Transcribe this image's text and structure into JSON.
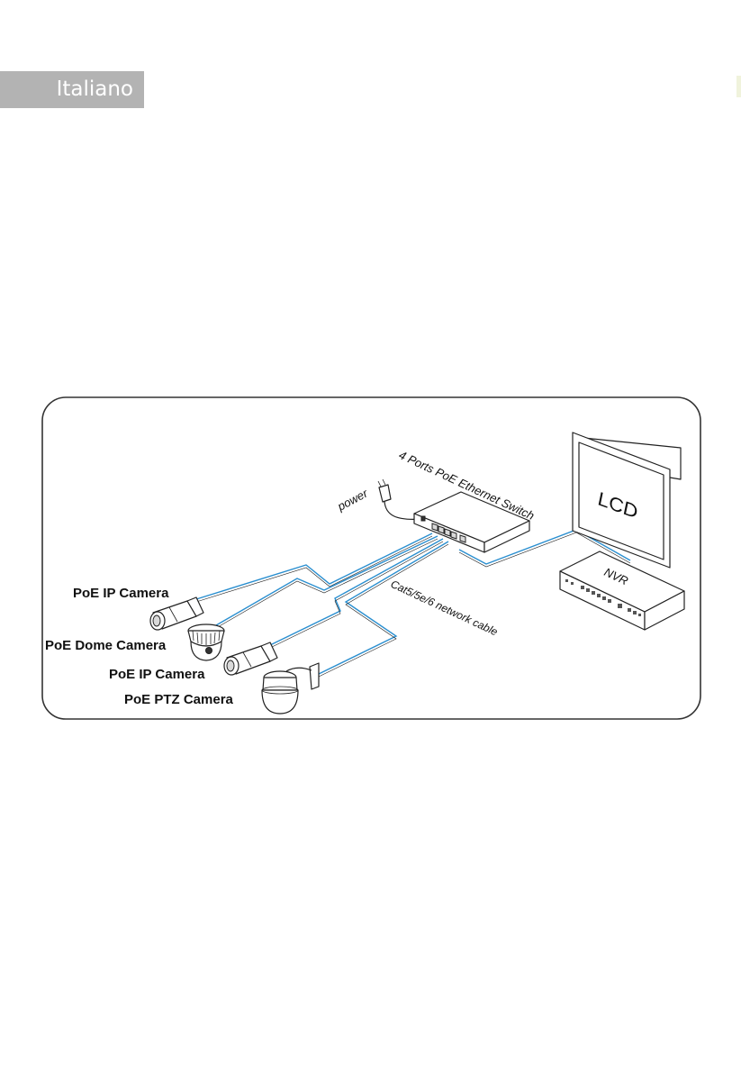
{
  "header": {
    "language_tab": "Italiano"
  },
  "diagram": {
    "switch_label": "4 Ports PoE Ethernet Switch",
    "power_label": "power",
    "cable_label": "Cat5/5e/6 network cable",
    "lcd_label": "LCD",
    "nvr_label": "NVR",
    "cameras": [
      {
        "label": "PoE IP Camera"
      },
      {
        "label": "PoE Dome Camera"
      },
      {
        "label": "PoE IP Camera"
      },
      {
        "label": "PoE PTZ Camera"
      }
    ]
  },
  "colors": {
    "cable": "#2a8fd0",
    "language_tab_bg": "#b3b3b3",
    "frame": "#333333"
  }
}
